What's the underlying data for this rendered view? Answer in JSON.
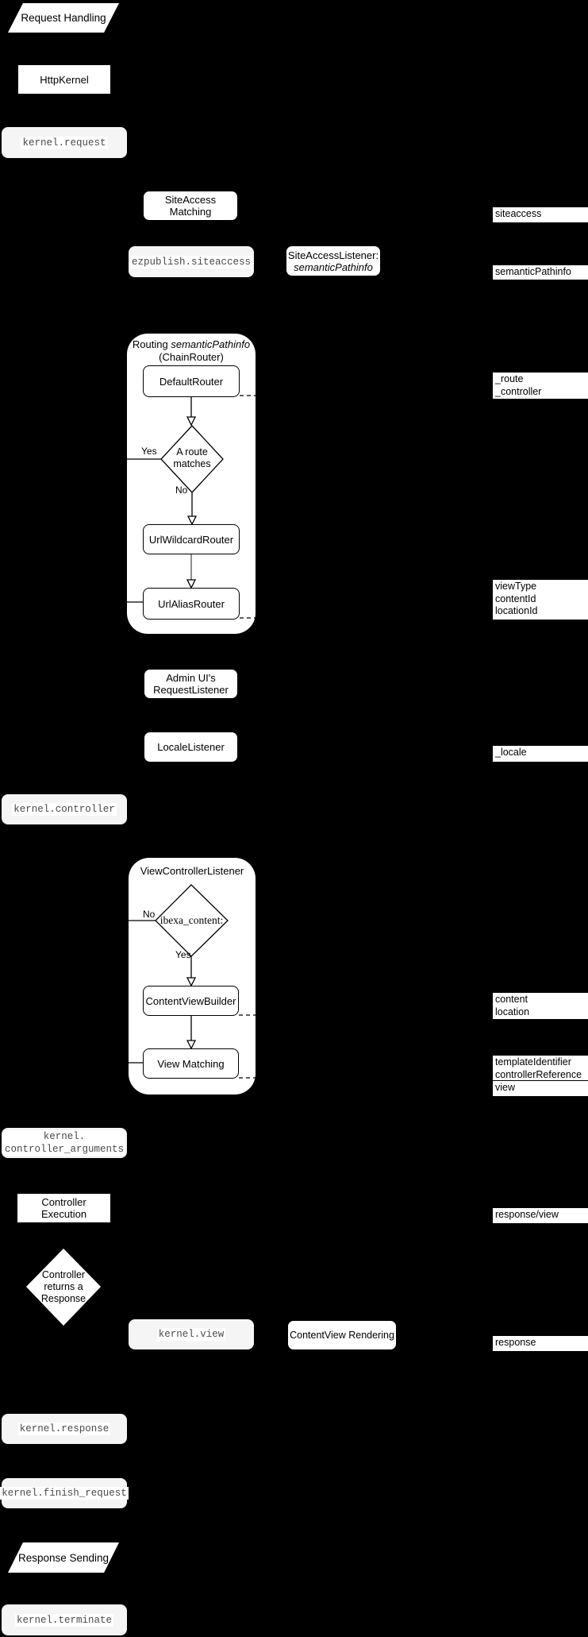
{
  "diagram": {
    "colors": {
      "background": "#000000",
      "node_fill": "#ffffff",
      "event_fill": "#f5f5f5",
      "mono_text": "#4a4a4a",
      "line": "#000000",
      "gray_line": "#8f8f8f"
    },
    "nodes": {
      "request_handling": "Request Handling",
      "http_kernel": "HttpKernel",
      "kernel_request": "kernel.request",
      "siteaccess_matching": "SiteAccess Matching",
      "ezpublish_siteaccess": "ezpublish.siteaccess",
      "siteaccess_listener_line1": "SiteAccessListener:",
      "siteaccess_listener_line2": "semanticPathinfo",
      "routing_title_prefix": "Routing ",
      "routing_title_italic": "semanticPathinfo",
      "routing_title_line2": "(ChainRouter)",
      "default_router": "DefaultRouter",
      "route_matches": "A route\nmatches",
      "yes_label": "Yes",
      "no_label": "No",
      "url_wildcard_router": "UrlWildcardRouter",
      "url_alias_router": "UrlAliasRouter",
      "admin_request_listener": "Admin UI's\nRequestListener",
      "locale_listener": "LocaleListener",
      "kernel_controller": "kernel.controller",
      "view_controller_listener": "ViewControllerListener",
      "ibexa_content": "ibexa_content:",
      "content_view_builder": "ContentViewBuilder",
      "view_matching": "View Matching",
      "kernel_controller_arguments": "kernel.\ncontroller_arguments",
      "controller_execution": "Controller Execution",
      "controller_returns_response": "Controller\nreturns a\nResponse",
      "kernel_view": "kernel.view",
      "contentview_rendering": "ContentView Rendering",
      "kernel_response": "kernel.response",
      "kernel_finish_request": "kernel.finish_request",
      "response_sending": "Response Sending",
      "kernel_terminate": "kernel.terminate"
    },
    "side_labels": [
      {
        "text": "siteaccess"
      },
      {
        "text": "semanticPathinfo"
      },
      {
        "text": "_route\n_controller"
      },
      {
        "text": "viewType\ncontentId\nlocationId"
      },
      {
        "text": "_locale"
      },
      {
        "text": "content\nlocation"
      },
      {
        "text": "templateIdentifier\ncontrollerReference"
      },
      {
        "text": "view"
      },
      {
        "text": "response/view"
      },
      {
        "text": "response"
      }
    ]
  }
}
